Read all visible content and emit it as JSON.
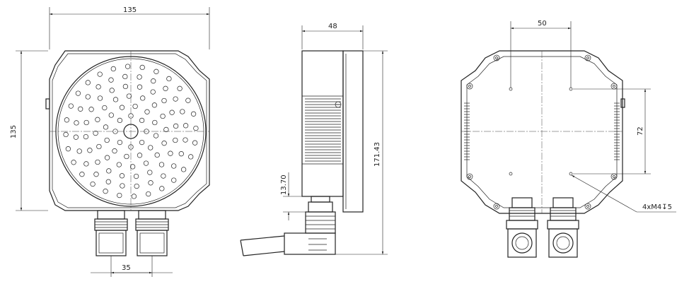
{
  "dimensions": {
    "front_width": "135",
    "front_height": "135",
    "connector_spacing": "35",
    "side_depth": "48",
    "side_height": "171.43",
    "cable_offset": "13.70",
    "rear_hole_spacing_x": "50",
    "rear_hole_spacing_y": "72",
    "thread_callout": "4xM4↧5"
  },
  "colors": {
    "line": "#222222",
    "background": "#ffffff"
  }
}
